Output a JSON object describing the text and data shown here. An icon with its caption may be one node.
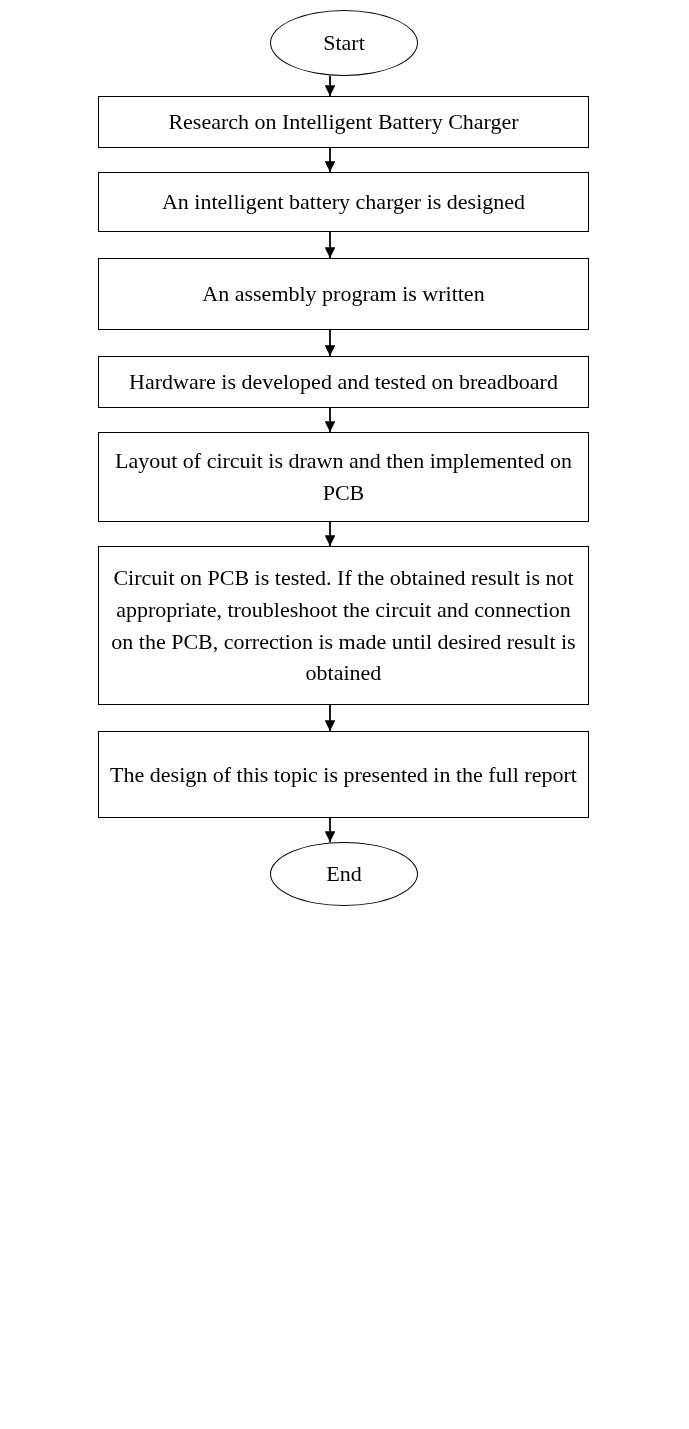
{
  "diagram": {
    "nodes": [
      {
        "text": [
          "Start"
        ]
      },
      {
        "text": [
          "Research on Intelligent Battery Charger"
        ]
      },
      {
        "text": [
          "An intelligent battery charger is designed"
        ]
      },
      {
        "text": [
          "An assembly program is written"
        ]
      },
      {
        "text": [
          "Hardware is developed and tested on breadboard"
        ]
      },
      {
        "text": [
          "Layout of circuit is drawn and then implemented on PCB"
        ]
      },
      {
        "text": [
          "Circuit on PCB is tested. If the obtained result is not appropriate, troubleshoot the circuit and connection on the PCB, correction is made until desired result is obtained"
        ]
      },
      {
        "text": [
          "The design of this topic is presented in the full report"
        ]
      },
      {
        "text": [
          "End"
        ]
      }
    ],
    "edges": [
      {
        "from": 0,
        "to": 1,
        "arrow": "to"
      },
      {
        "from": 1,
        "to": 2,
        "arrow": "to"
      },
      {
        "from": 2,
        "to": 3,
        "arrow": "to"
      },
      {
        "from": 3,
        "to": 4,
        "arrow": "to"
      },
      {
        "from": 4,
        "to": 5,
        "arrow": "to"
      },
      {
        "from": 5,
        "to": 6,
        "arrow": "to"
      },
      {
        "from": 6,
        "to": 7,
        "arrow": "to"
      },
      {
        "from": 7,
        "to": 8,
        "arrow": "to"
      }
    ]
  }
}
